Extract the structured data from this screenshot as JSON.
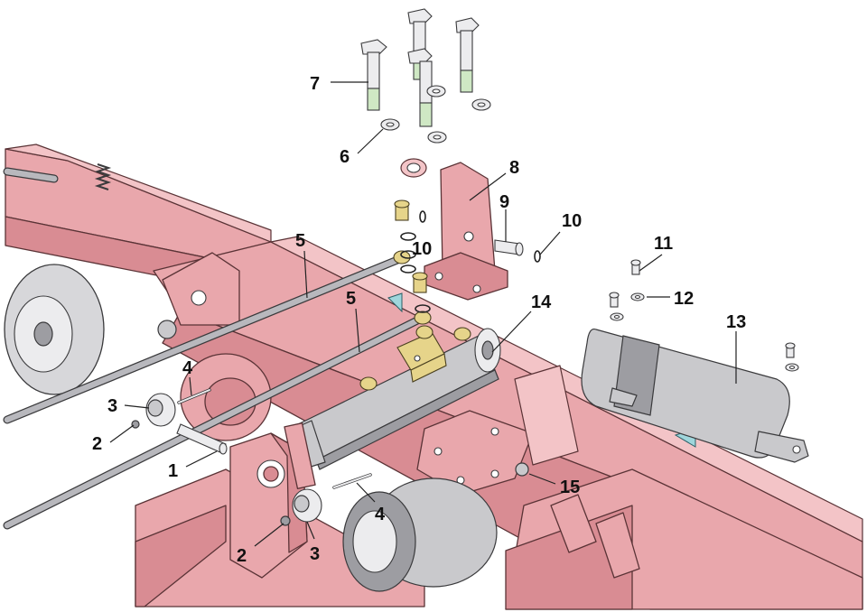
{
  "figure": {
    "callouts": [
      {
        "id": "c1",
        "text": "1"
      },
      {
        "id": "c2a",
        "text": "2"
      },
      {
        "id": "c2b",
        "text": "2"
      },
      {
        "id": "c3a",
        "text": "3"
      },
      {
        "id": "c3b",
        "text": "3"
      },
      {
        "id": "c4a",
        "text": "4"
      },
      {
        "id": "c4b",
        "text": "4"
      },
      {
        "id": "c5a",
        "text": "5"
      },
      {
        "id": "c5b",
        "text": "5"
      },
      {
        "id": "c6",
        "text": "6"
      },
      {
        "id": "c7",
        "text": "7"
      },
      {
        "id": "c8",
        "text": "8"
      },
      {
        "id": "c9",
        "text": "9"
      },
      {
        "id": "c10a",
        "text": "10"
      },
      {
        "id": "c10b",
        "text": "10"
      },
      {
        "id": "c11",
        "text": "11"
      },
      {
        "id": "c12",
        "text": "12"
      },
      {
        "id": "c13",
        "text": "13"
      },
      {
        "id": "c14",
        "text": "14"
      },
      {
        "id": "c15",
        "text": "15"
      }
    ]
  },
  "colors": {
    "frame": "#e9a7ac",
    "frame_outline": "#5a3336",
    "hardware": "#c9c9cc",
    "thread": "#cfe8c4",
    "background": "#ffffff"
  }
}
